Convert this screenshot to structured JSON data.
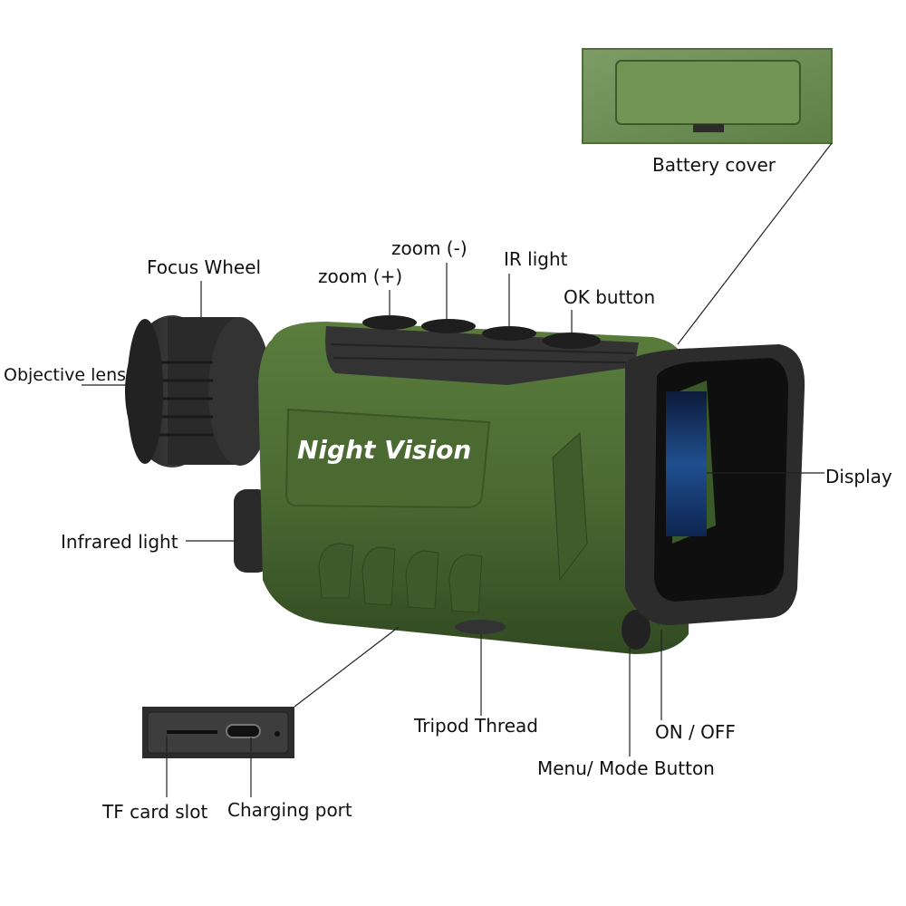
{
  "product": {
    "brand_text": "Night Vision",
    "body_color": "#4b6b34",
    "body_dark_color": "#2f4421",
    "rubber_color": "#2a2a2a"
  },
  "labels": {
    "battery_cover": "Battery cover",
    "focus_wheel": "Focus Wheel",
    "zoom_minus": "zoom (-)",
    "zoom_plus": "zoom (+)",
    "ir_light": "IR light",
    "ok_button": "OK button",
    "objective_lens": "Objective lens",
    "display": "Display",
    "infrared_light": "Infrared light",
    "tripod_thread": "Tripod Thread",
    "on_off": "ON / OFF",
    "menu_mode_button": "Menu/ Mode Button",
    "tf_card_slot": "TF card slot",
    "charging_port": "Charging port"
  }
}
